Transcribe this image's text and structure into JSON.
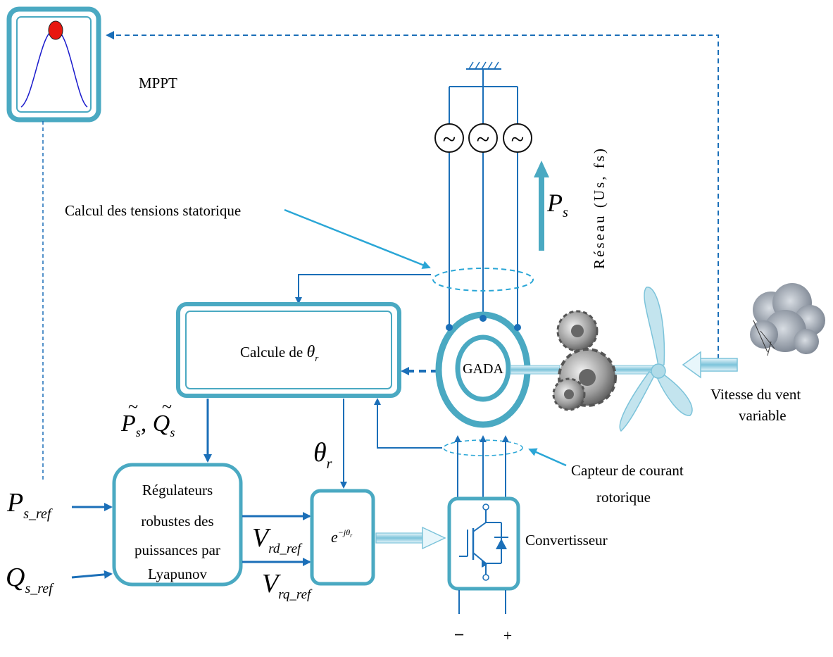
{
  "labels": {
    "mppt": "MPPT",
    "calcul_tensions": "Calcul des tensions statorique",
    "reseau": "Réseau (Us, fs)",
    "ps_arrow": "P",
    "ps_sub": "s",
    "calcule_theta": "Calcule de ",
    "theta_symbol": "θ",
    "theta_sub": "r",
    "gada": "GADA",
    "vitesse_line1": "Vitesse du vent",
    "vitesse_line2": "variable",
    "ps_tilde": "P",
    "qs_tilde": "Q",
    "tilde_sub": "s",
    "theta_r_main": "θ",
    "theta_r_sub": "r",
    "capteur_line1": "Capteur de courant",
    "capteur_line2": "rotorique",
    "reg_line1": "Régulateurs",
    "reg_line2": "robustes des",
    "reg_line3": "puissances par",
    "reg_line4": "Lyapunov",
    "ps_ref_main": "P",
    "ps_ref_sub": "s_ref",
    "qs_ref_main": "Q",
    "qs_ref_sub": "s_ref",
    "vrd_main": "V",
    "vrd_sub": "rd_ref",
    "vrq_main": "V",
    "vrq_sub": "rq_ref",
    "exp_base": "e",
    "exp_sup": "−jθ",
    "exp_sup_sub": "r",
    "convertisseur": "Convertisseur",
    "minus": "−",
    "plus": "+",
    "ac_source": "~"
  },
  "colors": {
    "block": "#4aa9c2",
    "line": "#1b6fb8",
    "arrow_light": "#2aa6d6",
    "mppt_dot": "#e8170f",
    "mppt_curve": "#1a1acc",
    "blade": "#c3e4ee"
  }
}
